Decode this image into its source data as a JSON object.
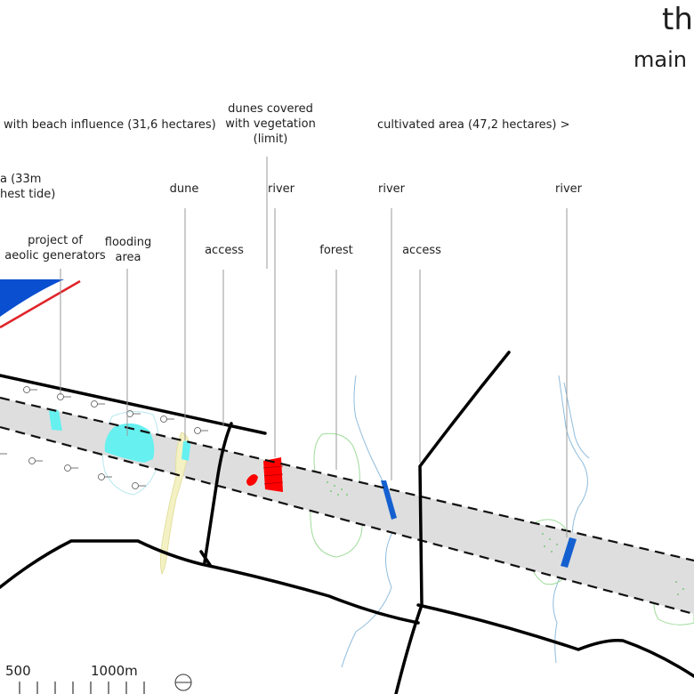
{
  "header": {
    "title": "th",
    "subtitle": "main"
  },
  "labels": {
    "beach_influence": "with beach influence (31,6 hectares)",
    "dunes_vegetation": [
      "dunes covered",
      "with vegetation",
      "(limit)"
    ],
    "cultivated_area": "cultivated area (47,2 hectares)  >",
    "sea_area": [
      "a (33m",
      "hest tide)"
    ],
    "dune": "dune",
    "river_1": "river",
    "river_2": "river",
    "river_3": "river",
    "aeolic": [
      "project of",
      "aeolic generators"
    ],
    "flooding": [
      "flooding",
      "area"
    ],
    "access_1": "access",
    "forest": "forest",
    "access_2": "access"
  },
  "scale_bar": {
    "mark_500": "500",
    "mark_1000": "1000m"
  },
  "colors": {
    "sea": "#0a4fd0",
    "coast_line": "#e0242a",
    "river_zone": "#ff0000",
    "river_blue": "#1560d0",
    "flooding": "#66f0f0",
    "dune": "#f4f2c4",
    "forest_outline": "#9fdc9a",
    "corridor": "#dedede",
    "river_thin": "#8fbcdc"
  }
}
